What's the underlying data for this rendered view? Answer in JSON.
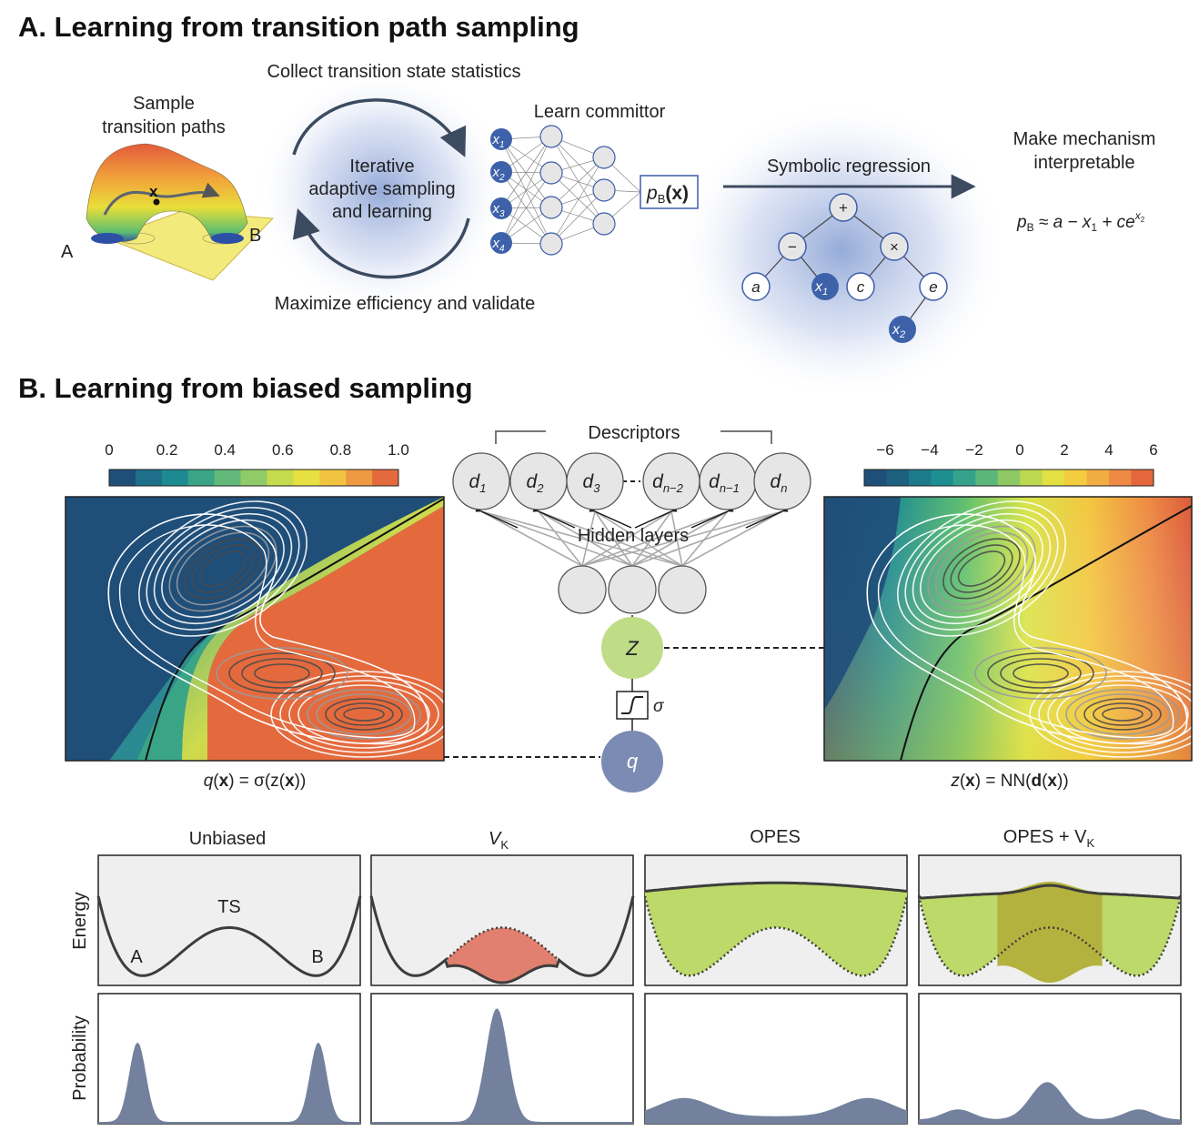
{
  "panel_a": {
    "heading": "A.  Learning from transition path sampling",
    "sample_paths": [
      "Sample",
      "transition paths"
    ],
    "basin_a": "A",
    "basin_b": "B",
    "marker": "x",
    "top_arc": "Collect transition state statistics",
    "bottom_arc": "Maximize efficiency and validate",
    "center_loop": [
      "Iterative",
      "adaptive sampling",
      "and learning"
    ],
    "learn_committor": "Learn committor",
    "inputs": [
      "x",
      "x",
      "x",
      "x"
    ],
    "input_subs": [
      "1",
      "2",
      "3",
      "4"
    ],
    "output_box": {
      "p": "p",
      "sub": "B",
      "arg": "(x)"
    },
    "symbolic_regression": "Symbolic regression",
    "tree_ops": {
      "root": "+",
      "minus": "−",
      "times": "×"
    },
    "tree_leaves": {
      "a": "a",
      "x1": "x",
      "x1_sub": "1",
      "c": "c",
      "e": "e",
      "x2": "x",
      "x2_sub": "2"
    },
    "make_mech": [
      "Make mechanism",
      "interpretable"
    ],
    "formula": {
      "p": "p",
      "sub": "B",
      "approx": " ≈ a − x",
      "x_sub": "1",
      "plus": " + ce",
      "exp": "x",
      "exp_sub": "2"
    }
  },
  "panel_b": {
    "heading": "B.  Learning from biased sampling",
    "left_colorbar_ticks": [
      "0",
      "0.2",
      "0.4",
      "0.6",
      "0.8",
      "1.0"
    ],
    "right_colorbar_ticks": [
      "−6",
      "−4",
      "−2",
      "0",
      "2",
      "4",
      "6"
    ],
    "descriptors_label": "Descriptors",
    "descriptors": [
      {
        "d": "d",
        "sub": "1"
      },
      {
        "d": "d",
        "sub": "2"
      },
      {
        "d": "d",
        "sub": "3"
      },
      {
        "d": "d",
        "sub": "n−2"
      },
      {
        "d": "d",
        "sub": "n−1"
      },
      {
        "d": "d",
        "sub": "n"
      }
    ],
    "hidden_layers": "Hidden layers",
    "z_node": "Z",
    "sigma": "σ",
    "q_node": "q",
    "left_caption": {
      "q": "q",
      "x1": "(",
      "bx": "x",
      "mid": ") = σ(z(",
      "bx2": "x",
      "end": "))"
    },
    "right_caption": {
      "z": "z",
      "a": "(",
      "bx": "x",
      "b": ") = NN(",
      "bd": "d",
      "c": "(",
      "bx2": "x",
      "d": "))"
    }
  },
  "bottom": {
    "titles": [
      "Unbiased",
      "V",
      "OPES",
      "OPES + V"
    ],
    "title_sub": "K",
    "energy_label": "Energy",
    "probability_label": "Probability",
    "ts_label": "TS",
    "a_label": "A",
    "b_label": "B"
  },
  "colors": {
    "blue_node": "#3e62aa",
    "green_node": "#bfdc86",
    "q_node": "#7b8bb3",
    "bias_red": "#e2806f",
    "opes_green": "#bcd96a",
    "prob_fill": "#73819e",
    "curve": "#3d3d3d"
  }
}
